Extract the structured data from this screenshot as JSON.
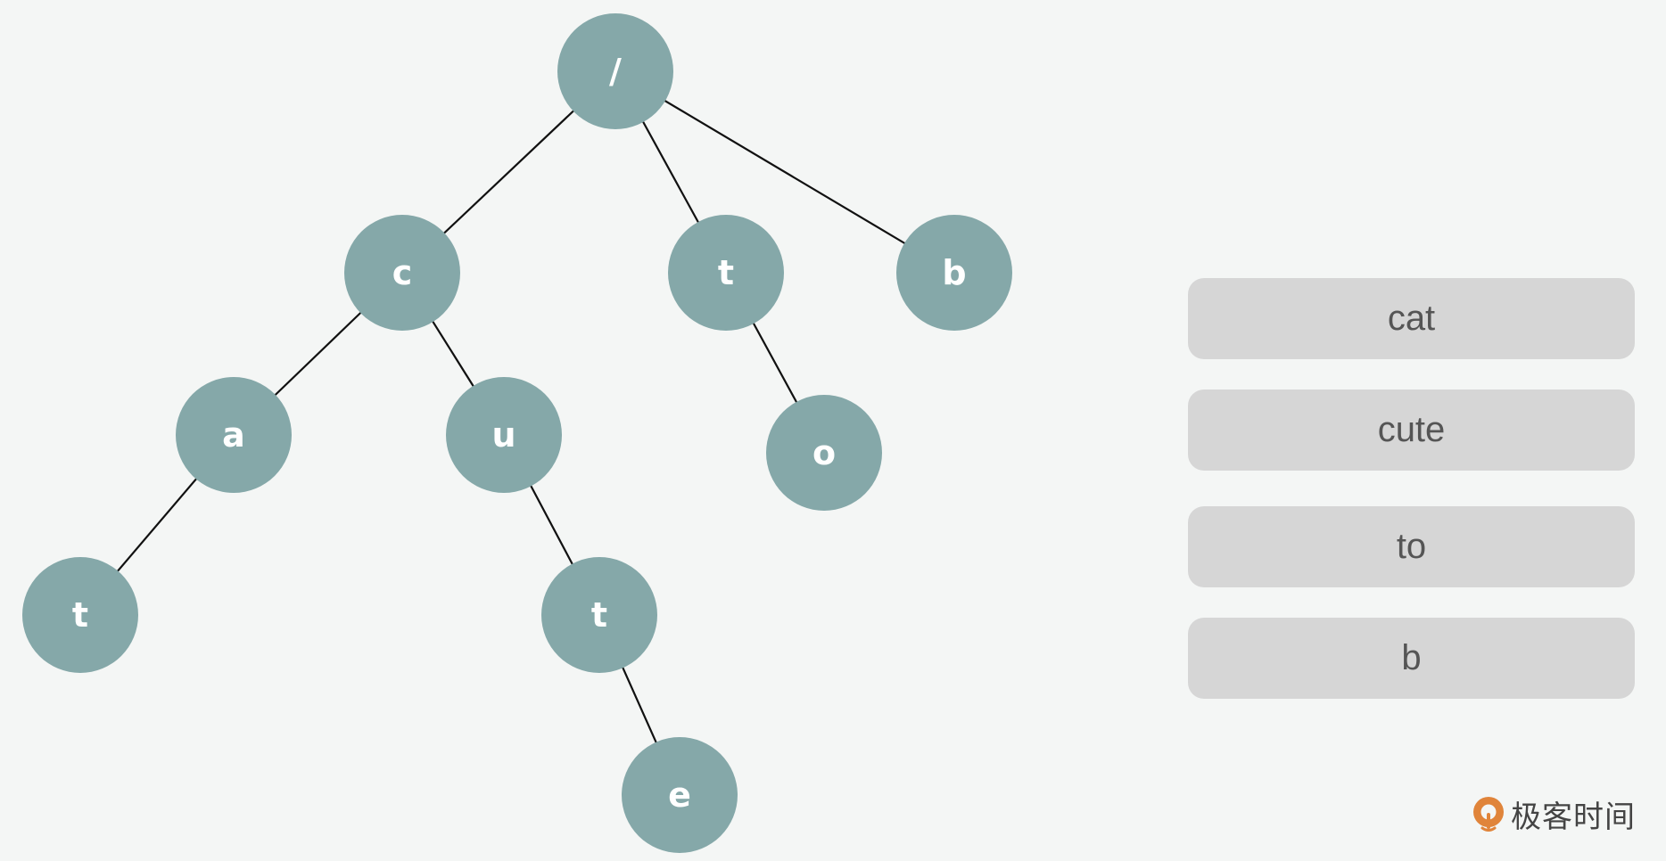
{
  "trie": {
    "nodes": [
      {
        "id": "root",
        "label": "/"
      },
      {
        "id": "c",
        "label": "c"
      },
      {
        "id": "t1",
        "label": "t"
      },
      {
        "id": "b",
        "label": "b"
      },
      {
        "id": "a",
        "label": "a"
      },
      {
        "id": "u",
        "label": "u"
      },
      {
        "id": "o",
        "label": "o"
      },
      {
        "id": "t2",
        "label": "t"
      },
      {
        "id": "t3",
        "label": "t"
      },
      {
        "id": "e",
        "label": "e"
      }
    ],
    "edges": [
      [
        "root",
        "c"
      ],
      [
        "root",
        "t1"
      ],
      [
        "root",
        "b"
      ],
      [
        "c",
        "a"
      ],
      [
        "c",
        "u"
      ],
      [
        "t1",
        "o"
      ],
      [
        "a",
        "t2"
      ],
      [
        "u",
        "t3"
      ],
      [
        "t3",
        "e"
      ]
    ],
    "colors": {
      "node": "#85a8a9",
      "node_text": "#ffffff",
      "edge": "#111111"
    }
  },
  "words": [
    "cat",
    "cute",
    "to",
    "b"
  ],
  "logo": {
    "text": "极客时间",
    "icon": "geektime-logo-icon",
    "accent": "#e0843a"
  }
}
